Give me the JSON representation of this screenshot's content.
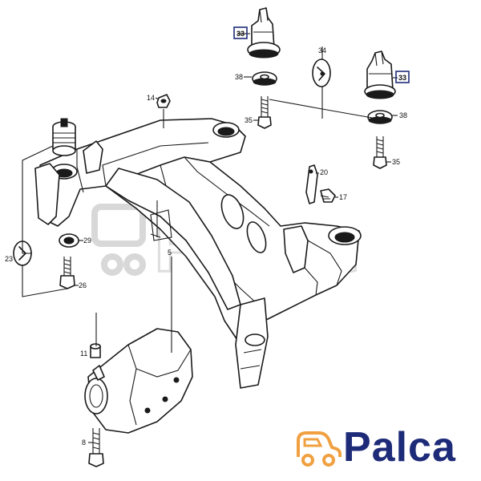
{
  "callouts": {
    "c33a": "33",
    "c33b": "33",
    "c34": "34",
    "c38a": "38",
    "c38b": "38",
    "c35a": "35",
    "c35b": "35",
    "c14": "14",
    "c20": "20",
    "c17": "17",
    "c29": "29",
    "c23": "23",
    "c26": "26",
    "c5": "5",
    "c11": "11",
    "c8": "8"
  },
  "brand": {
    "name": "Palca",
    "primary_color": "#1e2b78",
    "accent_color": "#f0a040",
    "highlight_box_color": "#1e2b78"
  },
  "watermark": {
    "text": "Palca"
  }
}
